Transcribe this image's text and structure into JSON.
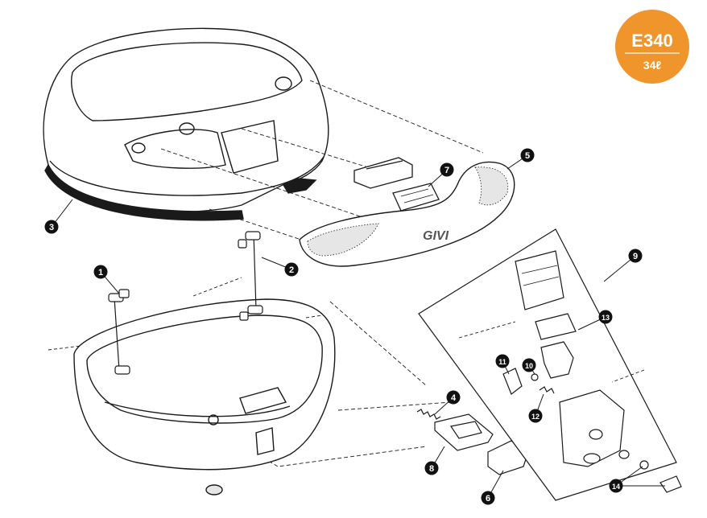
{
  "badge": {
    "model": "E340",
    "capacity": "34ℓ",
    "color": "#f0952b"
  },
  "brand_logo": "GIVI",
  "parts": [
    {
      "id": "1",
      "label": "1"
    },
    {
      "id": "2",
      "label": "2"
    },
    {
      "id": "3",
      "label": "3"
    },
    {
      "id": "4",
      "label": "4"
    },
    {
      "id": "5",
      "label": "5"
    },
    {
      "id": "6",
      "label": "6"
    },
    {
      "id": "7",
      "label": "7"
    },
    {
      "id": "8",
      "label": "8"
    },
    {
      "id": "9",
      "label": "9"
    },
    {
      "id": "10",
      "label": "10"
    },
    {
      "id": "11",
      "label": "11"
    },
    {
      "id": "12",
      "label": "12"
    },
    {
      "id": "13",
      "label": "13"
    },
    {
      "id": "14",
      "label": "14"
    }
  ],
  "colors": {
    "line": "#1a1a1a",
    "callout_fill": "#111111",
    "shade": "#e6e6e6"
  }
}
